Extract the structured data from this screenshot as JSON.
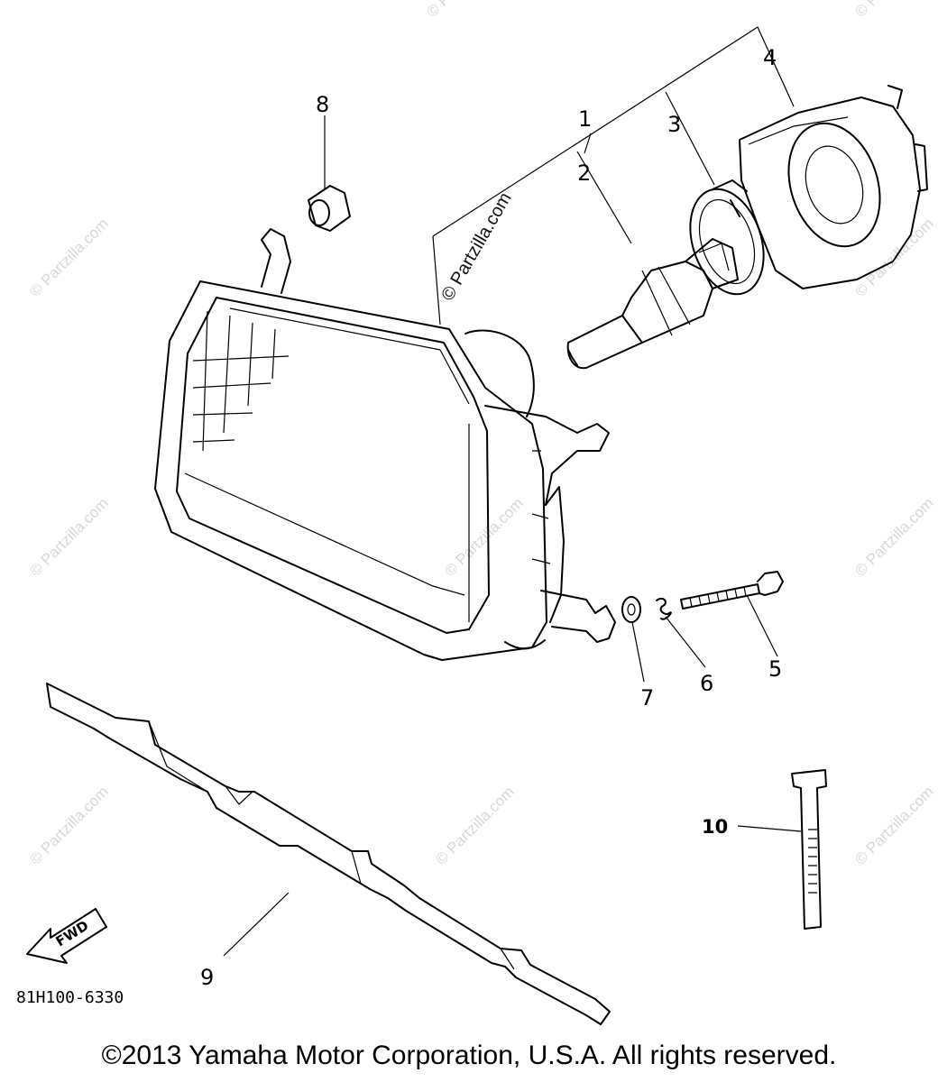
{
  "callouts": {
    "c1": "1",
    "c2": "2",
    "c3": "3",
    "c4": "4",
    "c5": "5",
    "c6": "6",
    "c7": "7",
    "c8": "8",
    "c9": "9",
    "c10": "10"
  },
  "watermark": {
    "text": "© Partzilla.com",
    "center_text": "© Partzilla.com"
  },
  "diagram_code": "81H100-6330",
  "front_arrow_label": "FWD",
  "copyright": "©2013 Yamaha Motor Corporation, U.S.A. All rights reserved.",
  "colors": {
    "line": "#000000",
    "watermark": "#d8d8d8",
    "background": "#ffffff"
  }
}
